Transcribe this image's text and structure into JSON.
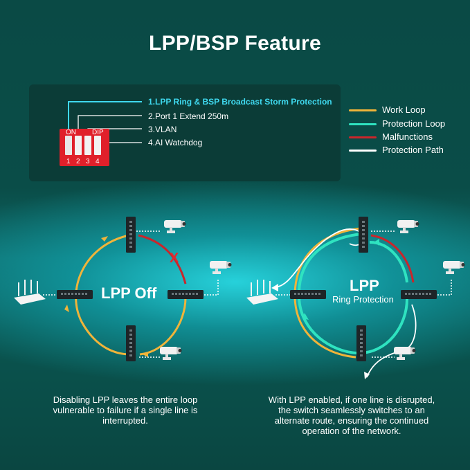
{
  "title": "LPP/BSP Feature",
  "dip_switch": {
    "on_label": "ON",
    "dip_label": "DIP",
    "numbers": [
      "1",
      "2",
      "3",
      "4"
    ],
    "options": [
      "1.LPP Ring & BSP Broadcast Storm Protection",
      "2.Port 1 Extend 250m",
      "3.VLAN",
      "4.AI Watchdog"
    ],
    "highlight_color": "#3fd9ef"
  },
  "legend": [
    {
      "label": "Work Loop",
      "color": "#f0b43a"
    },
    {
      "label": "Protection Loop",
      "color": "#2fe3c0"
    },
    {
      "label": "Malfunctions",
      "color": "#c9262b"
    },
    {
      "label": "Protection Path",
      "color": "#ffffff"
    }
  ],
  "left_diagram": {
    "label": "LPP Off",
    "fault_mark": "X",
    "caption": [
      "Disabling LPP leaves the entire loop",
      "vulnerable to failure if a single line is",
      "interrupted."
    ]
  },
  "right_diagram": {
    "label": "LPP",
    "sublabel": "Ring Protection",
    "caption": [
      "With LPP enabled, if one line is disrupted,",
      "the switch seamlessly switches to an",
      "alternate route, ensuring the continued",
      "operation of the network."
    ]
  }
}
